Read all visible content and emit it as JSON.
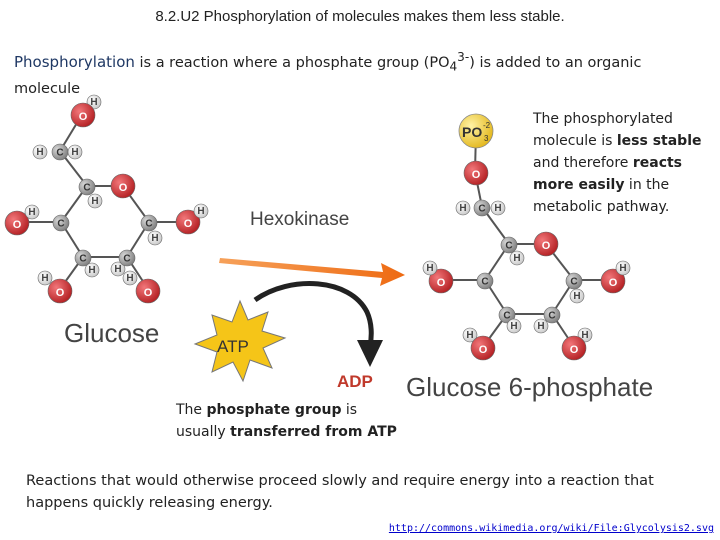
{
  "title": "8.2.U2 Phosphorylation of molecules makes them less stable.",
  "intro": {
    "term": "Phosphorylation",
    "pre_sub": " is a reaction where a phosphate group (PO",
    "sub": "4",
    "sup": "3-",
    "post": ") is added to an organic molecule"
  },
  "side_note": {
    "part1": "The phosphorylated molecule is ",
    "bold1": "less stable",
    "part2": " and therefore ",
    "bold2": "reacts more easily",
    "part3": " in the metabolic pathway."
  },
  "atp_note": {
    "part1": "The ",
    "bold1": "phosphate group",
    "part2": " is usually ",
    "bold2": "transferred from ATP"
  },
  "bottom_text": "Reactions that would otherwise proceed slowly and require energy into a reaction that happens quickly releasing energy.",
  "source_url": "http://commons.wikimedia.org/wiki/File:Glycolysis2.svg",
  "diagram": {
    "glucose_label": "Glucose",
    "product_label": "Glucose 6-phosphate",
    "enzyme_label": "Hexokinase",
    "atp_label": "ATP",
    "adp_label": "ADP",
    "phosphate_main": "PO",
    "phosphate_sub": "3",
    "phosphate_sup": "-2",
    "atom_h": "H",
    "atom_o": "O",
    "atom_c": "C"
  },
  "colors": {
    "oxygen": "#c8282a",
    "hydrogen": "#e6e6e6",
    "carbon": "#9a9a9a",
    "phosphate": "#f2d43a",
    "arrow": "#f07a1c",
    "atp_star": "#f5c518",
    "adp_text": "#c0392b"
  }
}
